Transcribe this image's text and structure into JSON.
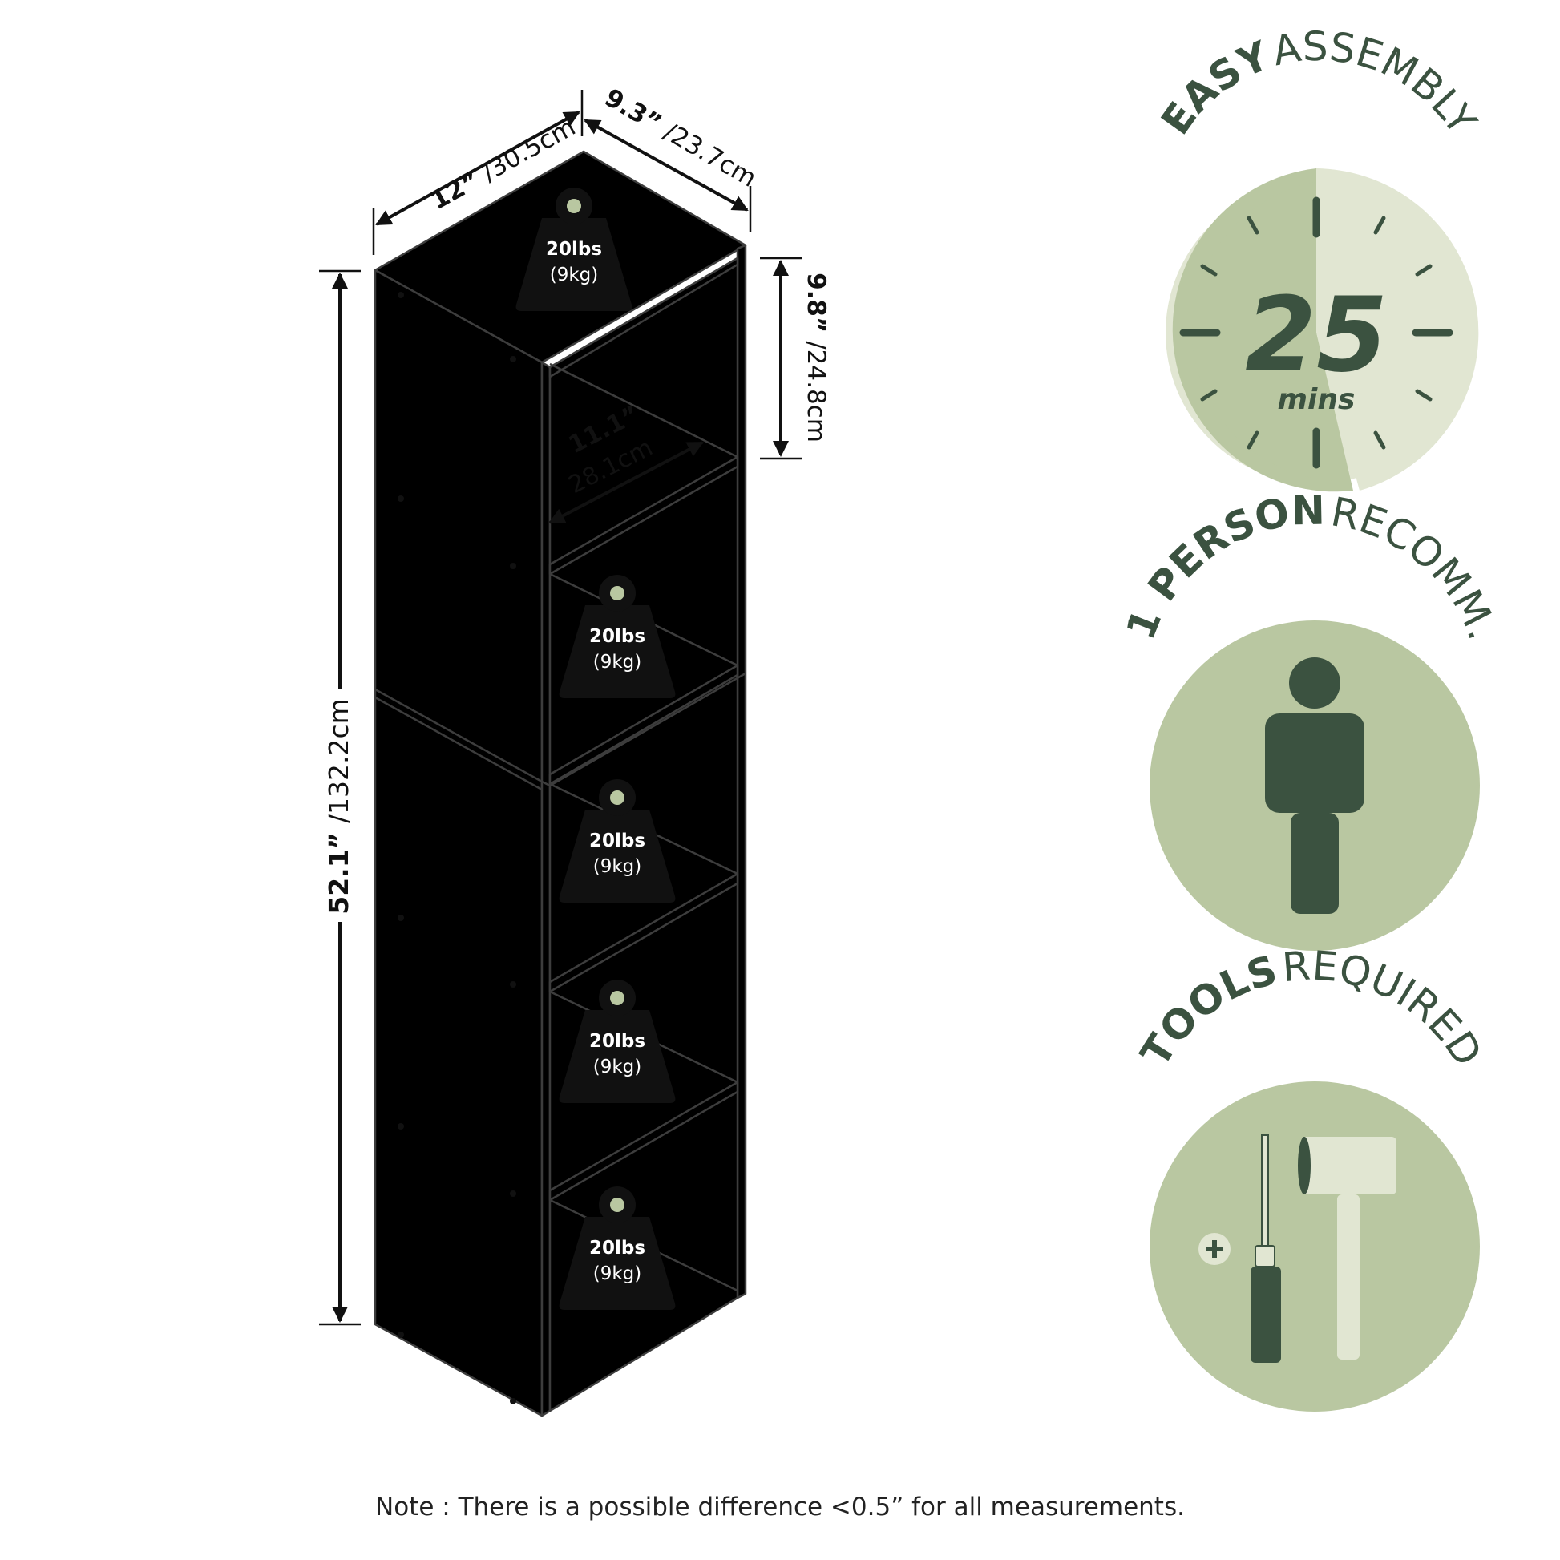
{
  "colors": {
    "panel": "#b9c7a1",
    "edge": "#3d3d3d",
    "badge_circle": "#b9c7a1",
    "badge_light": "#e1e6d2",
    "badge_dark": "#3b5240",
    "weight_icon": "#111111"
  },
  "dimensions": {
    "width_in": "12”",
    "width_cm": "/30.5cm",
    "depth_in": "9.3”",
    "depth_cm": "/23.7cm",
    "height_in": "52.1”",
    "height_cm": "/132.2cm",
    "cube_height_in": "9.8”",
    "cube_height_cm": "/24.8cm",
    "inner_depth_in": "11.1”",
    "inner_depth_cm": "28.1cm"
  },
  "weight_capacity": {
    "icon": "weight-icon",
    "lbs": "20lbs",
    "kg": "(9kg)",
    "count": 5
  },
  "badges": {
    "assembly": {
      "title_bold": "EASY",
      "title_light": "ASSEMBLY",
      "value": "25",
      "unit": "mins",
      "icon": "clock-icon",
      "filled_fraction": 0.5
    },
    "person": {
      "title_bold": "1 PERSON",
      "title_light": "RECOMM.",
      "icon": "person-icon"
    },
    "tools": {
      "title_bold": "TOOLS",
      "title_light": "REQUIRED",
      "icons": [
        "screwdriver-icon",
        "mallet-icon"
      ]
    }
  },
  "note": "Note : There is a possible difference <0.5” for all measurements."
}
